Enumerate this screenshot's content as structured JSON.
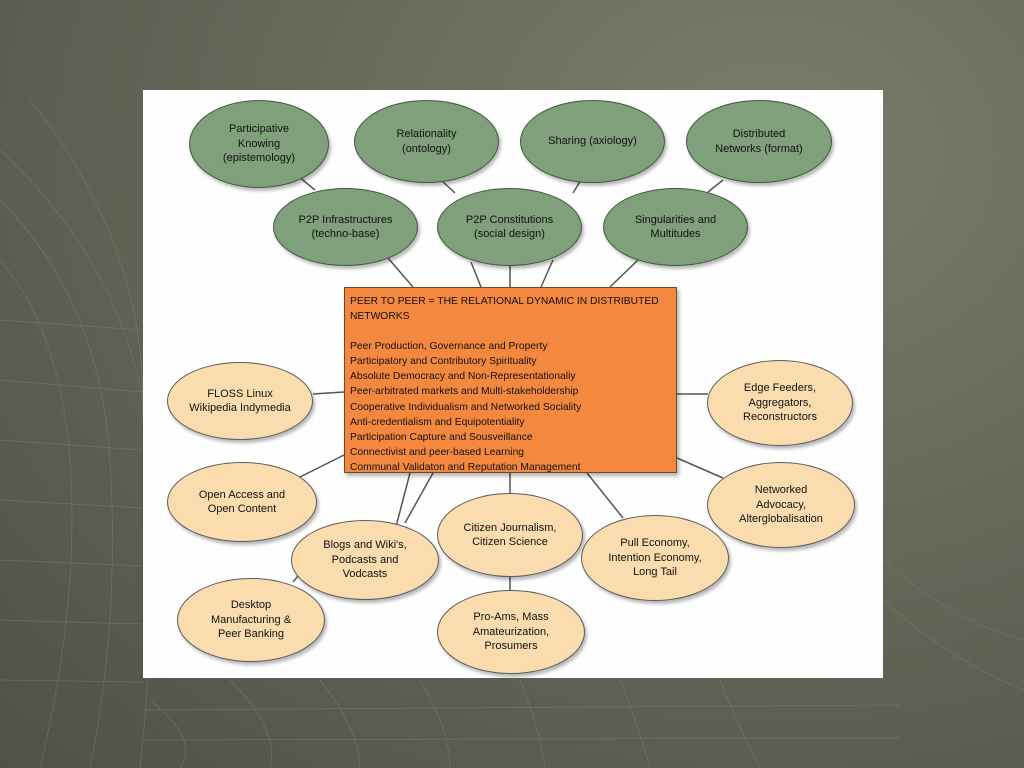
{
  "center": {
    "title": "PEER TO PEER = THE RELATIONAL DYNAMIC IN DISTRIBUTED NETWORKS",
    "items": [
      "Peer Production, Governance and Property",
      "Participatory and Contributory Spirituality",
      "Absolute Democracy and Non-Representationaliy",
      "Peer-arbitrated markets and Multi-stakeholdership",
      "Cooperative Individualism and Networked Sociality",
      "Anti-credentialism and Equipotentiality",
      "Participation Capture and Sousveillance",
      "Connectivist and peer-based Learning",
      "Communal Validaton and Reputation Management"
    ]
  },
  "green_nodes": {
    "participative_knowing": "Participative\nKnowing\n(epistemology)",
    "relationality": "Relationality\n(ontology)",
    "sharing": "Sharing (axiology)",
    "distributed_networks": "Distributed\nNetworks (format)",
    "p2p_infrastructures": "P2P Infrastructures\n(techno-base)",
    "p2p_constitutions": "P2P Constitutions\n(social design)",
    "singularities": "Singularities and\nMultitudes"
  },
  "tan_nodes": {
    "floss": "FLOSS Linux\nWikipedia Indymedia",
    "open_access": "Open Access and\nOpen Content",
    "blogs": "Blogs and Wiki's,\nPodcasts and\nVodcasts",
    "citizen_journalism": "Citizen Journalism,\nCitizen Science",
    "pull_economy": "Pull Economy,\nIntention Economy,\nLong Tail",
    "edge_feeders": "Edge Feeders,\nAggregators,\nReconstructors",
    "networked_advocacy": "Networked\nAdvocacy,\nAlterglobalisation",
    "desktop_manufacturing": "Desktop\nManufacturing &\nPeer Banking",
    "pro_ams": "Pro-Ams, Mass\nAmateurization,\nProsumers"
  }
}
